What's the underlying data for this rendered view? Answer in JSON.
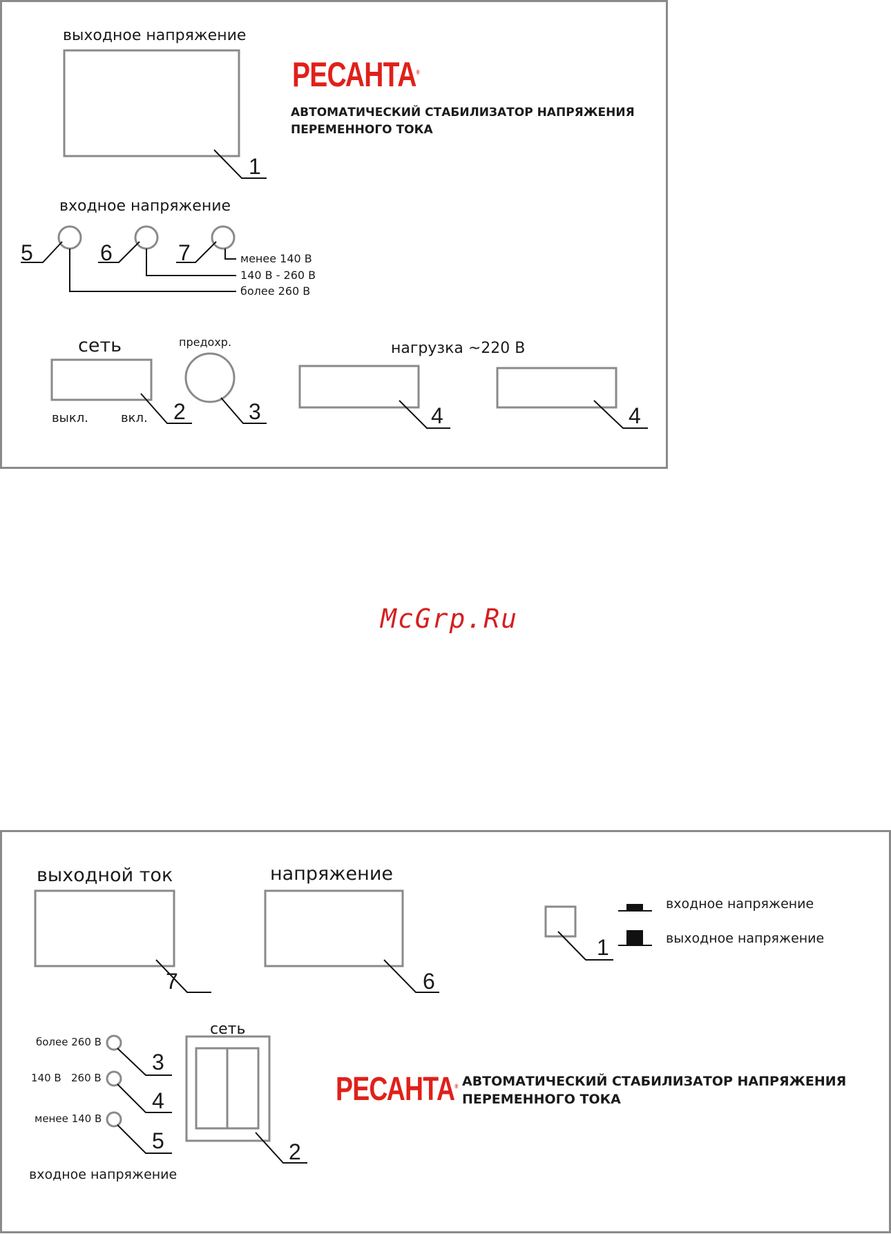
{
  "top_panel": {
    "output_voltage_label": "выходное напряжение",
    "brand": "РЕСАНТА",
    "brand_mark": "®",
    "title_line1": "АВТОМАТИЧЕСКИЙ СТАБИЛИЗАТОР НАПРЯЖЕНИЯ",
    "title_line2": "ПЕРЕМЕННОГО ТОКА",
    "input_voltage_label": "входное напряжение",
    "range_low": "менее 140 В",
    "range_mid": "140 В - 260 В",
    "range_high": "более 260 В",
    "network_label": "сеть",
    "off_label": "выкл.",
    "on_label": "вкл.",
    "fuse_label": "предохр.",
    "load_label": "нагрузка ~220 В",
    "callouts": [
      "1",
      "2",
      "3",
      "4",
      "4",
      "5",
      "6",
      "7"
    ]
  },
  "watermark": "McGrp.Ru",
  "bottom_panel": {
    "output_current_label": "выходной ток",
    "voltage_label": "напряжение",
    "legend_input": "входное напряжение",
    "legend_output": "выходное напряжение",
    "range_high": "более 260 В",
    "range_mid": "140 В   260 В",
    "range_low": "менее 140 В",
    "input_voltage_label": "входное напряжение",
    "network_label": "сеть",
    "brand": "РЕСАНТА",
    "brand_mark": "®",
    "title_line1": "АВТОМАТИЧЕСКИЙ СТАБИЛИЗАТОР НАПРЯЖЕНИЯ",
    "title_line2": "ПЕРЕМЕННОГО ТОКА",
    "callouts": [
      "7",
      "6",
      "1",
      "3",
      "4",
      "5",
      "2"
    ]
  }
}
